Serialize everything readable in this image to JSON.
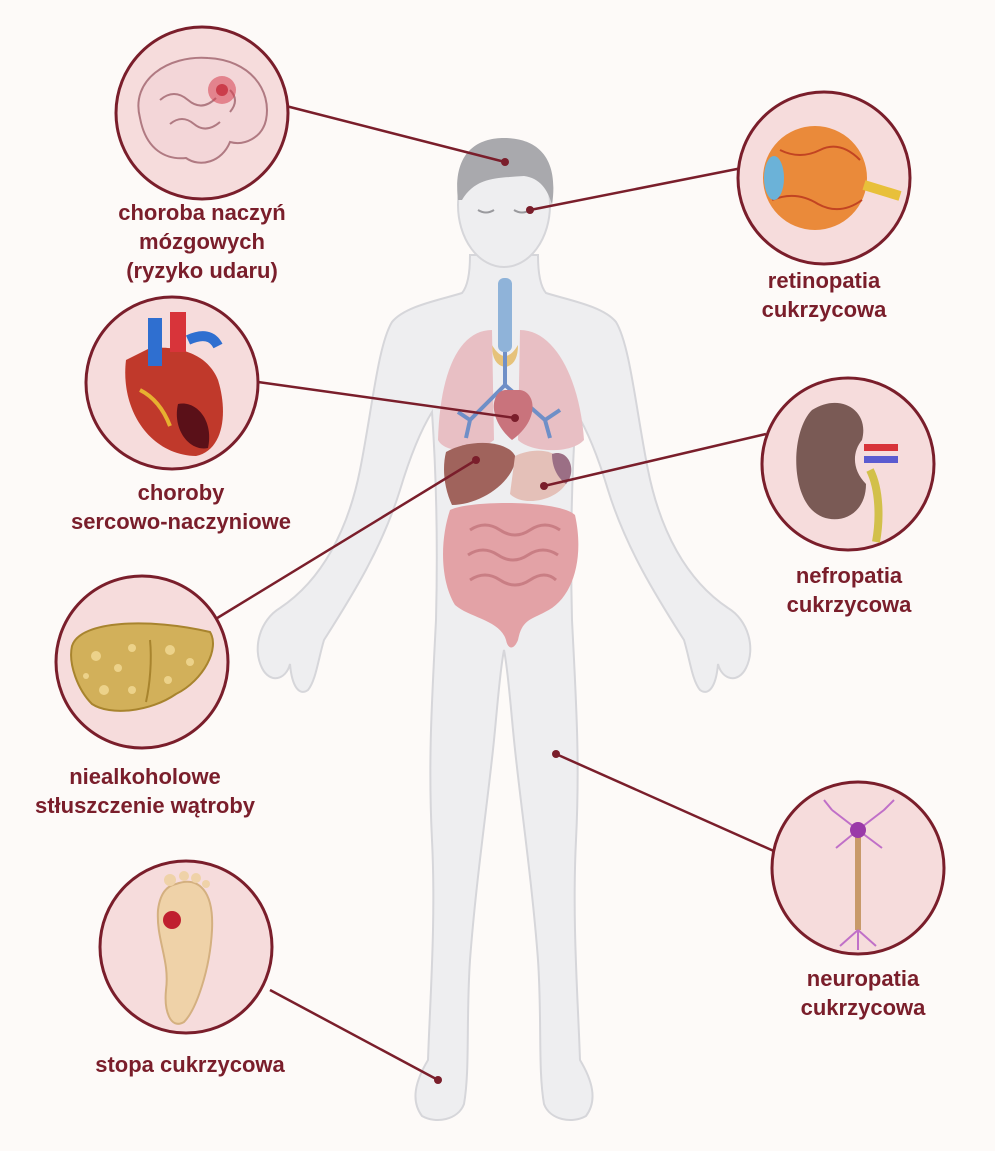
{
  "labels": {
    "brain": {
      "line1": "choroba naczyń",
      "line2": "mózgowych",
      "line3": "(ryzyko udaru)"
    },
    "eye": {
      "line1": "retinopatia",
      "line2": "cukrzycowa"
    },
    "heart": {
      "line1": "choroby",
      "line2": "sercowo-naczyniowe"
    },
    "kidney": {
      "line1": "nefropatia",
      "line2": "cukrzycowa"
    },
    "liver": {
      "line1": "niealkoholowe",
      "line2": "stłuszczenie wątroby"
    },
    "nerve": {
      "line1": "neuropatia",
      "line2": "cukrzycowa"
    },
    "foot": {
      "line1": "stopa cukrzycowa"
    }
  },
  "colors": {
    "label_text": "#7a1e2b",
    "circle_fill": "#f6dcdc",
    "circle_stroke": "#7a1e2b",
    "leader_line": "#7a1e2b",
    "body_fill": "#eeeef0",
    "body_stroke": "#d9d9dd",
    "hair": "#a9a9ad",
    "lungs": "#e8bfc4",
    "intestine": "#e3a2a6",
    "liver": "#a0635c",
    "kidney": "#7a5a55",
    "fatty_liver": "#d2b05a"
  },
  "icons": [
    "brain-icon",
    "eye-icon",
    "heart-icon",
    "kidney-icon",
    "fatty-liver-icon",
    "neuron-icon",
    "foot-ulcer-icon"
  ]
}
